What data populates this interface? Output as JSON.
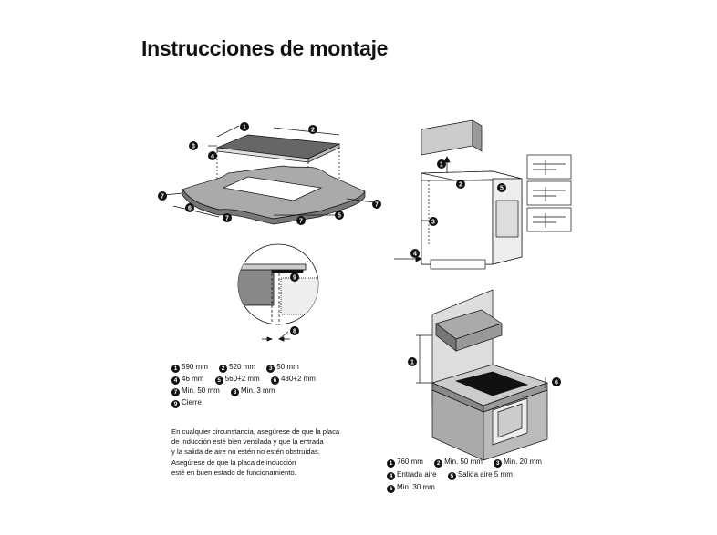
{
  "title": "Instrucciones de montaje",
  "hob_legend": [
    [
      {
        "n": "1",
        "t": "590 mm"
      },
      {
        "n": "2",
        "t": "520 mm"
      },
      {
        "n": "3",
        "t": "50 mm"
      }
    ],
    [
      {
        "n": "4",
        "t": "46 mm"
      },
      {
        "n": "5",
        "t": "560+2 mm"
      },
      {
        "n": "6",
        "t": "480+2 mm"
      }
    ],
    [
      {
        "n": "7",
        "t": "Min. 50 mm"
      },
      {
        "n": "8",
        "t": "Min. 3 mm"
      }
    ],
    [
      {
        "n": "9",
        "t": "Cierre"
      }
    ]
  ],
  "note_lines": [
    "En cualquier circunstancia, asegúrese de que la placa",
    "de inducción esté bien ventilada y que la entrada",
    "y la salida de aire no estén no estén obstruidas.",
    "Asegúrese de que la placa de inducción",
    "esté en buen estado de funcionamiento."
  ],
  "oven_legend": [
    [
      {
        "n": "1",
        "t": "760 mm"
      },
      {
        "n": "2",
        "t": "Min. 50 mm"
      },
      {
        "n": "3",
        "t": "Min. 20 mm"
      }
    ],
    [
      {
        "n": "4",
        "t": "Entrada aire"
      },
      {
        "n": "5",
        "t": "Salida aire 5 mm"
      }
    ],
    [
      {
        "n": "6",
        "t": "Min. 30 mm"
      }
    ]
  ],
  "diagram_callouts": {
    "hob": [
      "1",
      "2",
      "3",
      "4",
      "5",
      "6",
      "7",
      "8",
      "9"
    ],
    "oven": [
      "1",
      "2",
      "3",
      "4",
      "5"
    ],
    "kitchen": [
      "1",
      "6"
    ]
  }
}
